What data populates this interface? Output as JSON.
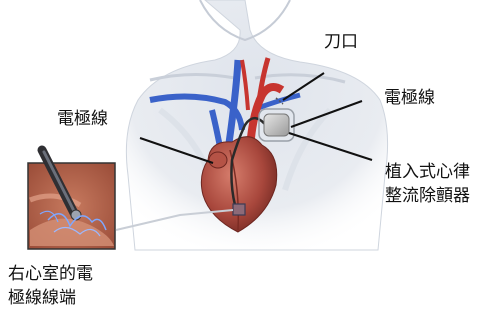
{
  "labels": {
    "incision": "刀口",
    "lead_right": "電極線",
    "lead_left": "電極線",
    "icd_line1": "植入式心律",
    "icd_line2": "整流除顫器",
    "tip_line1": "右心室的電",
    "tip_line2": "極線線端"
  },
  "colors": {
    "skin": "#d8dde6",
    "vein": "#3a62c9",
    "artery": "#c7352f",
    "heart": "#9e3c34",
    "device": "#b9b9b9",
    "lead": "#2a2a2a"
  }
}
